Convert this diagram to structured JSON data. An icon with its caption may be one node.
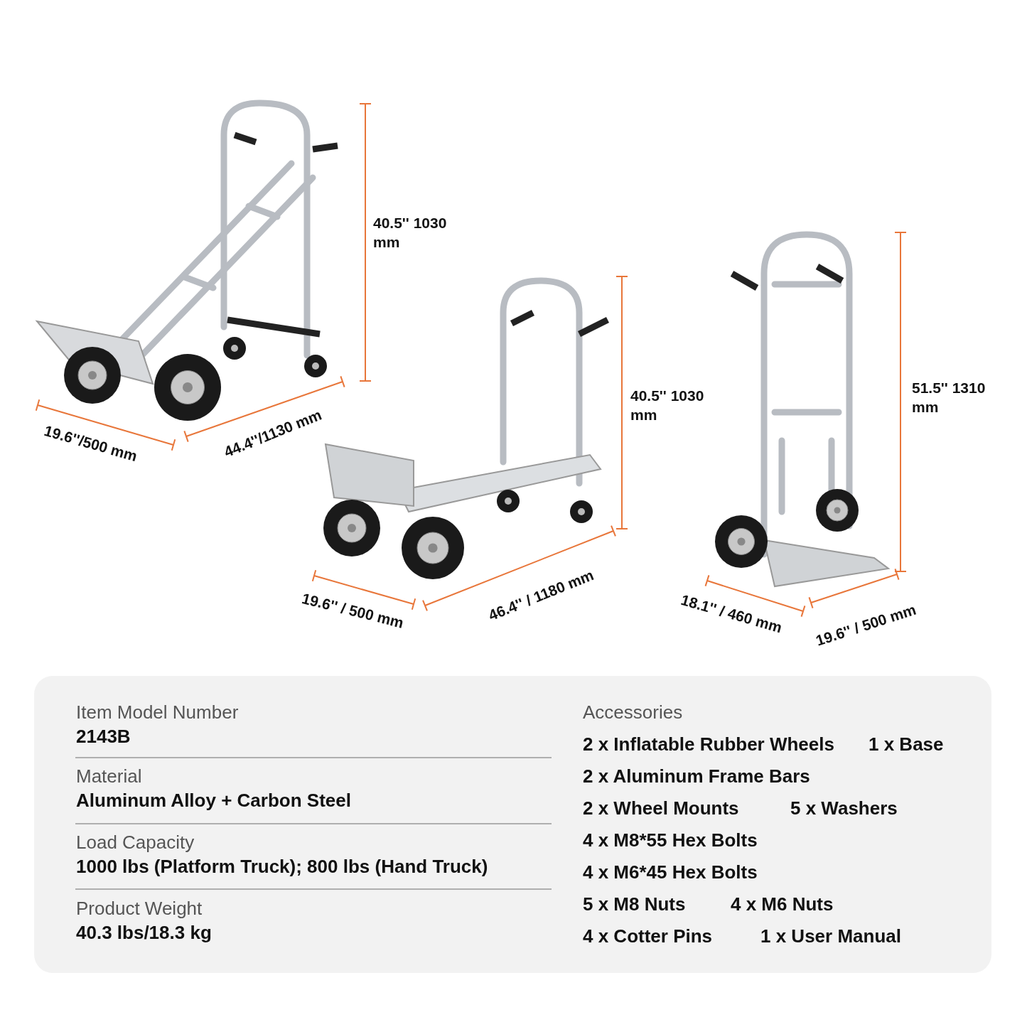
{
  "diagram": {
    "labels": [
      "40.5'' 1030 mm",
      "19.6''/500 mm",
      "44.4''/1130 mm",
      "40.5'' 1030 mm",
      "19.6'' / 500 mm",
      "46.4'' / 1180 mm",
      "51.5'' 1310 mm",
      "18.1'' / 460 mm",
      "19.6'' / 500 mm",
      "Item Model Number",
      "2143B",
      "Material",
      "Aluminum Alloy + Carbon Steel",
      "Load Capacity",
      "1000 lbs (Platform Truck); 800 lbs (Hand Truck)",
      "Product Weight",
      "40.3 lbs/18.3 kg",
      "Accessories",
      "2 x Inflatable Rubber Wheels",
      "1 x Base",
      "2 x Aluminum Frame Bars",
      "2 x Wheel Mounts",
      "5 x Washers",
      "4 x M8*55 Hex Bolts",
      "4 x M6*45 Hex Bolts",
      "5 x M8 Nuts",
      "4 x M6 Nuts",
      "4 x Cotter Pins",
      "1 x User Manual"
    ]
  }
}
